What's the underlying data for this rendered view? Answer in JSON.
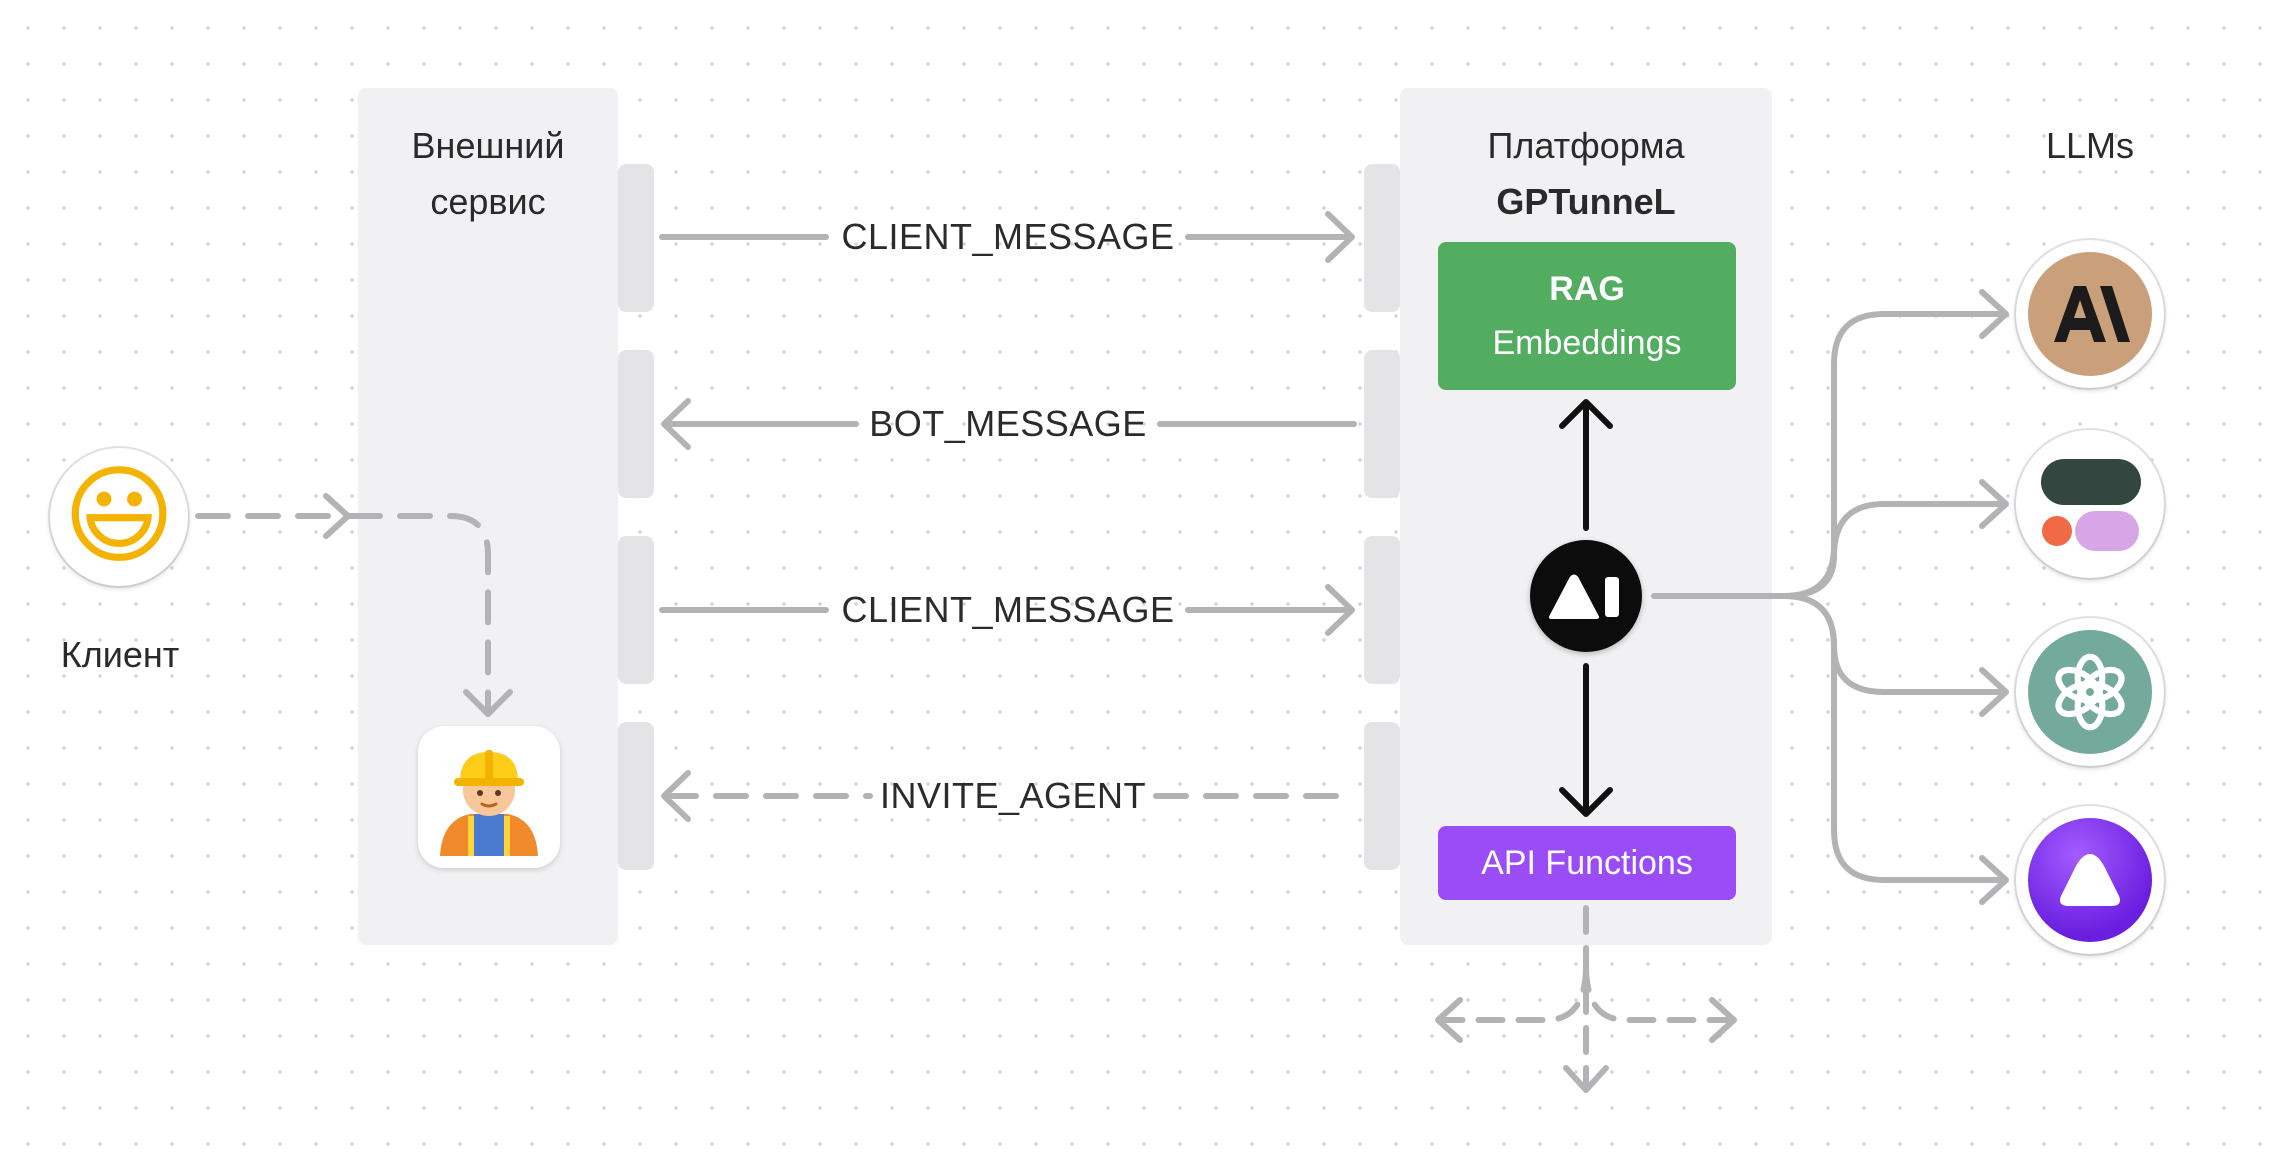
{
  "client": {
    "label": "Клиент",
    "emoji": "😃"
  },
  "external_service": {
    "title_line1": "Внешний",
    "title_line2": "сервис",
    "agent_emoji": "👷"
  },
  "platform": {
    "title_line1": "Платформа",
    "title_line2": "GPTunneL",
    "rag_title": "RAG",
    "rag_subtitle": "Embeddings",
    "api_label": "API Functions"
  },
  "llms": {
    "title": "LLMs"
  },
  "messages": {
    "m1": "CLIENT_MESSAGE",
    "m2": "BOT_MESSAGE",
    "m3": "CLIENT_MESSAGE",
    "m4": "INVITE_AGENT"
  },
  "colors": {
    "rag_green": "#52ad60",
    "api_purple": "#9a4df7",
    "panel_gray": "#f1f1f3",
    "arrow_gray": "#b3b3b6"
  }
}
